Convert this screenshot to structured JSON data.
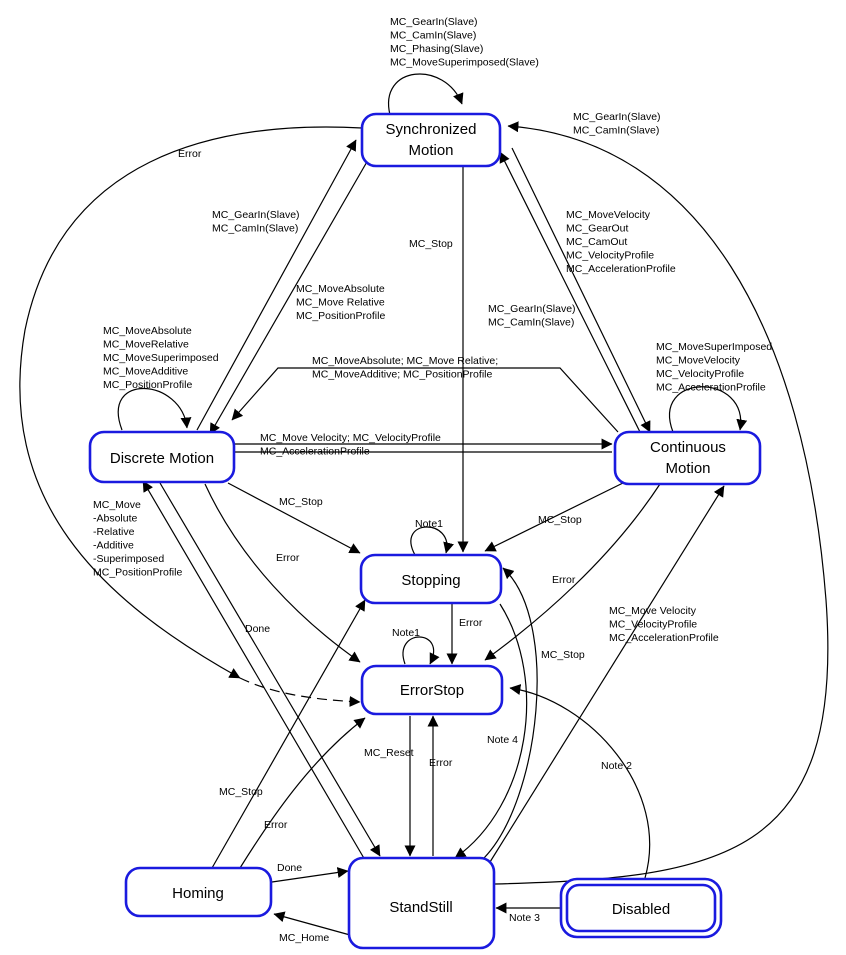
{
  "states": {
    "synchronized": [
      "Synchronized",
      "Motion"
    ],
    "discrete": [
      "Discrete Motion"
    ],
    "continuous": [
      "Continuous",
      "Motion"
    ],
    "stopping": [
      "Stopping"
    ],
    "errorstop": [
      "ErrorStop"
    ],
    "homing": [
      "Homing"
    ],
    "standstill": [
      "StandStill"
    ],
    "disabled": [
      "Disabled"
    ]
  },
  "labels": {
    "sync_self": [
      "MC_GearIn(Slave)",
      "MC_CamIn(Slave)",
      "MC_Phasing(Slave)",
      "MC_MoveSuperimposed(Slave)"
    ],
    "standstill_to_sync": [
      "MC_GearIn(Slave)",
      "MC_CamIn(Slave)"
    ],
    "error_sync": [
      "Error"
    ],
    "discrete_to_sync": [
      "MC_GearIn(Slave)",
      "MC_CamIn(Slave)"
    ],
    "sync_to_discrete": [
      "MC_MoveAbsolute",
      "MC_Move Relative",
      "MC_PositionProfile"
    ],
    "sync_stop": [
      "MC_Stop"
    ],
    "sync_to_continuous": [
      "MC_MoveVelocity",
      "MC_GearOut",
      "MC_CamOut",
      "MC_VelocityProfile",
      "MC_AccelerationProfile"
    ],
    "continuous_to_sync": [
      "MC_GearIn(Slave)",
      "MC_CamIn(Slave)"
    ],
    "discrete_self": [
      "MC_MoveAbsolute",
      "MC_MoveRelative",
      "MC_MoveSuperimposed",
      "MC_MoveAdditive",
      "MC_PositionProfile"
    ],
    "continuous_to_discrete": [
      "MC_MoveAbsolute; MC_Move Relative;",
      "MC_MoveAdditive; MC_PositionProfile"
    ],
    "continuous_self": [
      "MC_MoveSuperImposed",
      "MC_MoveVelocity",
      "MC_VelocityProfile",
      "MC_AccelerationProfile"
    ],
    "discrete_to_continuous": [
      "MC_Move Velocity; MC_VelocityProfile",
      "MC_AccelerationProfile"
    ],
    "standstill_to_discrete": [
      "MC_Move",
      "-Absolute",
      "-Relative",
      "-Additive",
      "-Superimposed",
      "MC_PositionProfile"
    ],
    "discrete_stop": [
      "MC_Stop"
    ],
    "discrete_error": [
      "Error"
    ],
    "continuous_stop": [
      "MC_Stop"
    ],
    "continuous_error": [
      "Error"
    ],
    "stopping_note": [
      "Note1"
    ],
    "errorstop_note": [
      "Note1"
    ],
    "stopping_error": [
      "Error"
    ],
    "discrete_done": [
      "Done"
    ],
    "standstill_to_continuous": [
      "MC_Move Velocity",
      "MC_VelocityProfile",
      "MC_AccelerationProfile"
    ],
    "standstill_stop": [
      "MC_Stop"
    ],
    "stopping_note4": [
      "Note 4"
    ],
    "disabled_note2": [
      "Note  2"
    ],
    "reset": [
      "MC_Reset"
    ],
    "standstill_error": [
      "Error"
    ],
    "homing_stop": [
      "MC_Stop"
    ],
    "homing_error": [
      "Error"
    ],
    "homing_done": [
      "Done"
    ],
    "home": [
      "MC_Home"
    ],
    "disabled_note3": [
      "Note 3"
    ]
  },
  "colors": {
    "state_border": "#1a1adf",
    "edge": "#000000"
  }
}
